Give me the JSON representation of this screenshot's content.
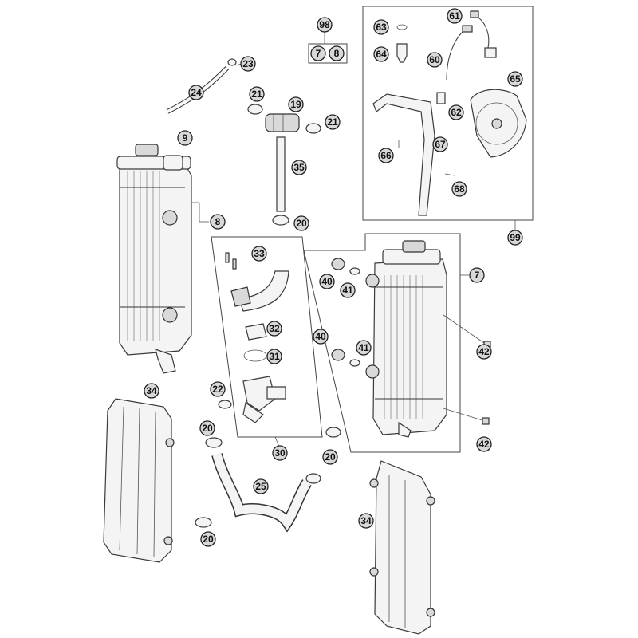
{
  "callouts": [
    {
      "id": "c-98",
      "label": "98"
    },
    {
      "id": "c-7-kit",
      "label": "7"
    },
    {
      "id": "c-8-kit",
      "label": "8"
    },
    {
      "id": "c-23",
      "label": "23"
    },
    {
      "id": "c-24",
      "label": "24"
    },
    {
      "id": "c-21a",
      "label": "21"
    },
    {
      "id": "c-19",
      "label": "19"
    },
    {
      "id": "c-21b",
      "label": "21"
    },
    {
      "id": "c-9",
      "label": "9"
    },
    {
      "id": "c-35",
      "label": "35"
    },
    {
      "id": "c-8",
      "label": "8"
    },
    {
      "id": "c-20a",
      "label": "20"
    },
    {
      "id": "c-33",
      "label": "33"
    },
    {
      "id": "c-7",
      "label": "7"
    },
    {
      "id": "c-40a",
      "label": "40"
    },
    {
      "id": "c-41a",
      "label": "41"
    },
    {
      "id": "c-32",
      "label": "32"
    },
    {
      "id": "c-31",
      "label": "31"
    },
    {
      "id": "c-40b",
      "label": "40"
    },
    {
      "id": "c-41b",
      "label": "41"
    },
    {
      "id": "c-42a",
      "label": "42"
    },
    {
      "id": "c-34a",
      "label": "34"
    },
    {
      "id": "c-22",
      "label": "22"
    },
    {
      "id": "c-20b",
      "label": "20"
    },
    {
      "id": "c-30",
      "label": "30"
    },
    {
      "id": "c-42b",
      "label": "42"
    },
    {
      "id": "c-20c",
      "label": "20"
    },
    {
      "id": "c-25",
      "label": "25"
    },
    {
      "id": "c-34b",
      "label": "34"
    },
    {
      "id": "c-20d",
      "label": "20"
    },
    {
      "id": "c-63",
      "label": "63"
    },
    {
      "id": "c-61",
      "label": "61"
    },
    {
      "id": "c-64",
      "label": "64"
    },
    {
      "id": "c-60",
      "label": "60"
    },
    {
      "id": "c-65",
      "label": "65"
    },
    {
      "id": "c-62",
      "label": "62"
    },
    {
      "id": "c-66",
      "label": "66"
    },
    {
      "id": "c-67",
      "label": "67"
    },
    {
      "id": "c-68",
      "label": "68"
    },
    {
      "id": "c-99",
      "label": "99"
    }
  ]
}
